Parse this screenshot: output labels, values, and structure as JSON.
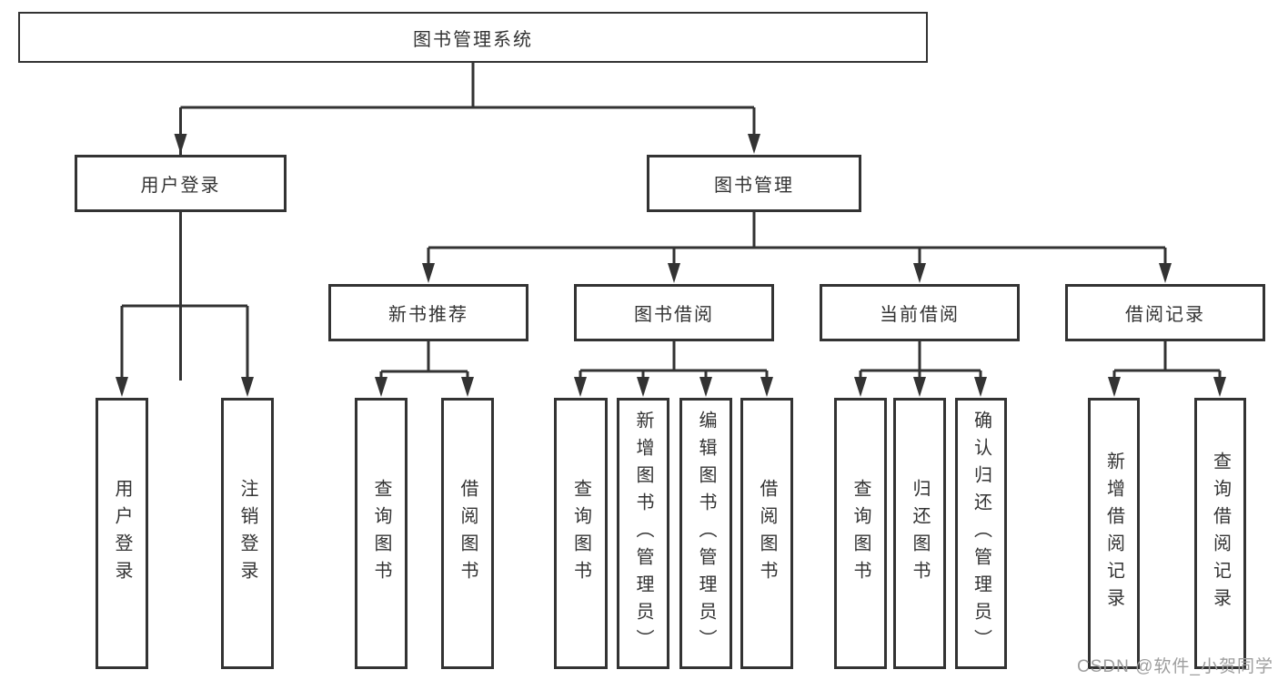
{
  "tree": {
    "label": "图书管理系统",
    "children": [
      {
        "label": "用户登录",
        "children": [
          {
            "label": "用户登录"
          },
          {
            "label": "注销登录"
          }
        ]
      },
      {
        "label": "图书管理",
        "children": [
          {
            "label": "新书推荐",
            "children": [
              {
                "label": "查询图书"
              },
              {
                "label": "借阅图书"
              }
            ]
          },
          {
            "label": "图书借阅",
            "children": [
              {
                "label": "查询图书"
              },
              {
                "label": "新增图书（管理员）"
              },
              {
                "label": "编辑图书（管理员）"
              },
              {
                "label": "借阅图书"
              }
            ]
          },
          {
            "label": "当前借阅",
            "children": [
              {
                "label": "查询图书"
              },
              {
                "label": "归还图书"
              },
              {
                "label": "确认归还（管理员）"
              }
            ]
          },
          {
            "label": "借阅记录",
            "children": [
              {
                "label": "新增借阅记录"
              },
              {
                "label": "查询借阅记录"
              }
            ]
          }
        ]
      }
    ]
  },
  "watermark": {
    "text": "CSDN @软件_小贺同学"
  },
  "colors": {
    "line": "#333333",
    "text": "#333333",
    "box_background": "#ffffff",
    "watermark": "#9e9e9e",
    "page_background": "#ffffff"
  }
}
